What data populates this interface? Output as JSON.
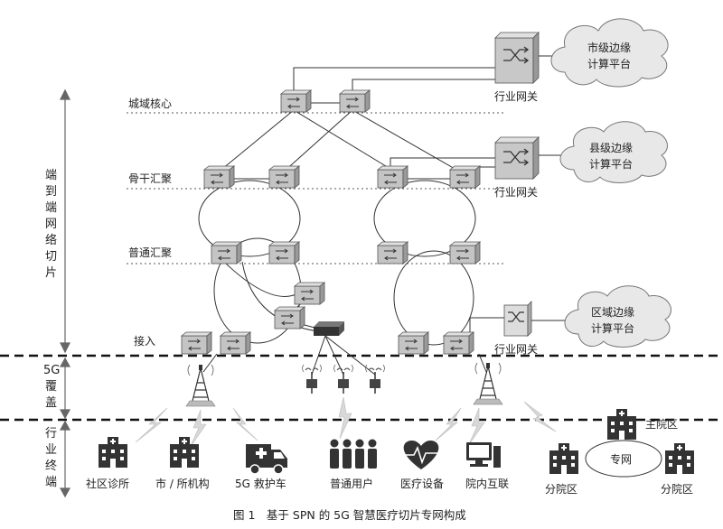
{
  "layers": {
    "metro_core": "城域核心",
    "backbone_agg": "骨干汇聚",
    "normal_agg": "普通汇聚",
    "access": "接入"
  },
  "left_axis": {
    "e2e_slice": [
      "端",
      "到",
      "端",
      "网",
      "络",
      "切",
      "片"
    ],
    "coverage_5g": [
      "5G",
      "覆",
      "盖"
    ],
    "industry_terminal": [
      "行",
      "业",
      "终",
      "端"
    ]
  },
  "gateways": {
    "city": "行业网关",
    "county": "行业网关",
    "district": "行业网关"
  },
  "clouds": {
    "city_line1": "市级边缘",
    "city_line2": "计算平台",
    "county_line1": "县级边缘",
    "county_line2": "计算平台",
    "district_line1": "区域边缘",
    "district_line2": "计算平台"
  },
  "terminals": {
    "community_clinic": "社区诊所",
    "city_institution": "市 / 所机构",
    "ambulance": "5G 救护车",
    "normal_user": "普通用户",
    "medical_device": "医疗设备",
    "hospital_interconnect": "院内互联"
  },
  "hospital_net": {
    "main_campus": "主院区",
    "branch_left": "分院区",
    "branch_right": "分院区",
    "private_net": "专网"
  },
  "caption": "图 1　基于 SPN 的 5G 智慧医疗切片专网构成",
  "colors": {
    "line": "#333333",
    "device_fill": "#c8c8c8",
    "cloud_fill": "#e6e6e6",
    "dash": "#444444"
  }
}
